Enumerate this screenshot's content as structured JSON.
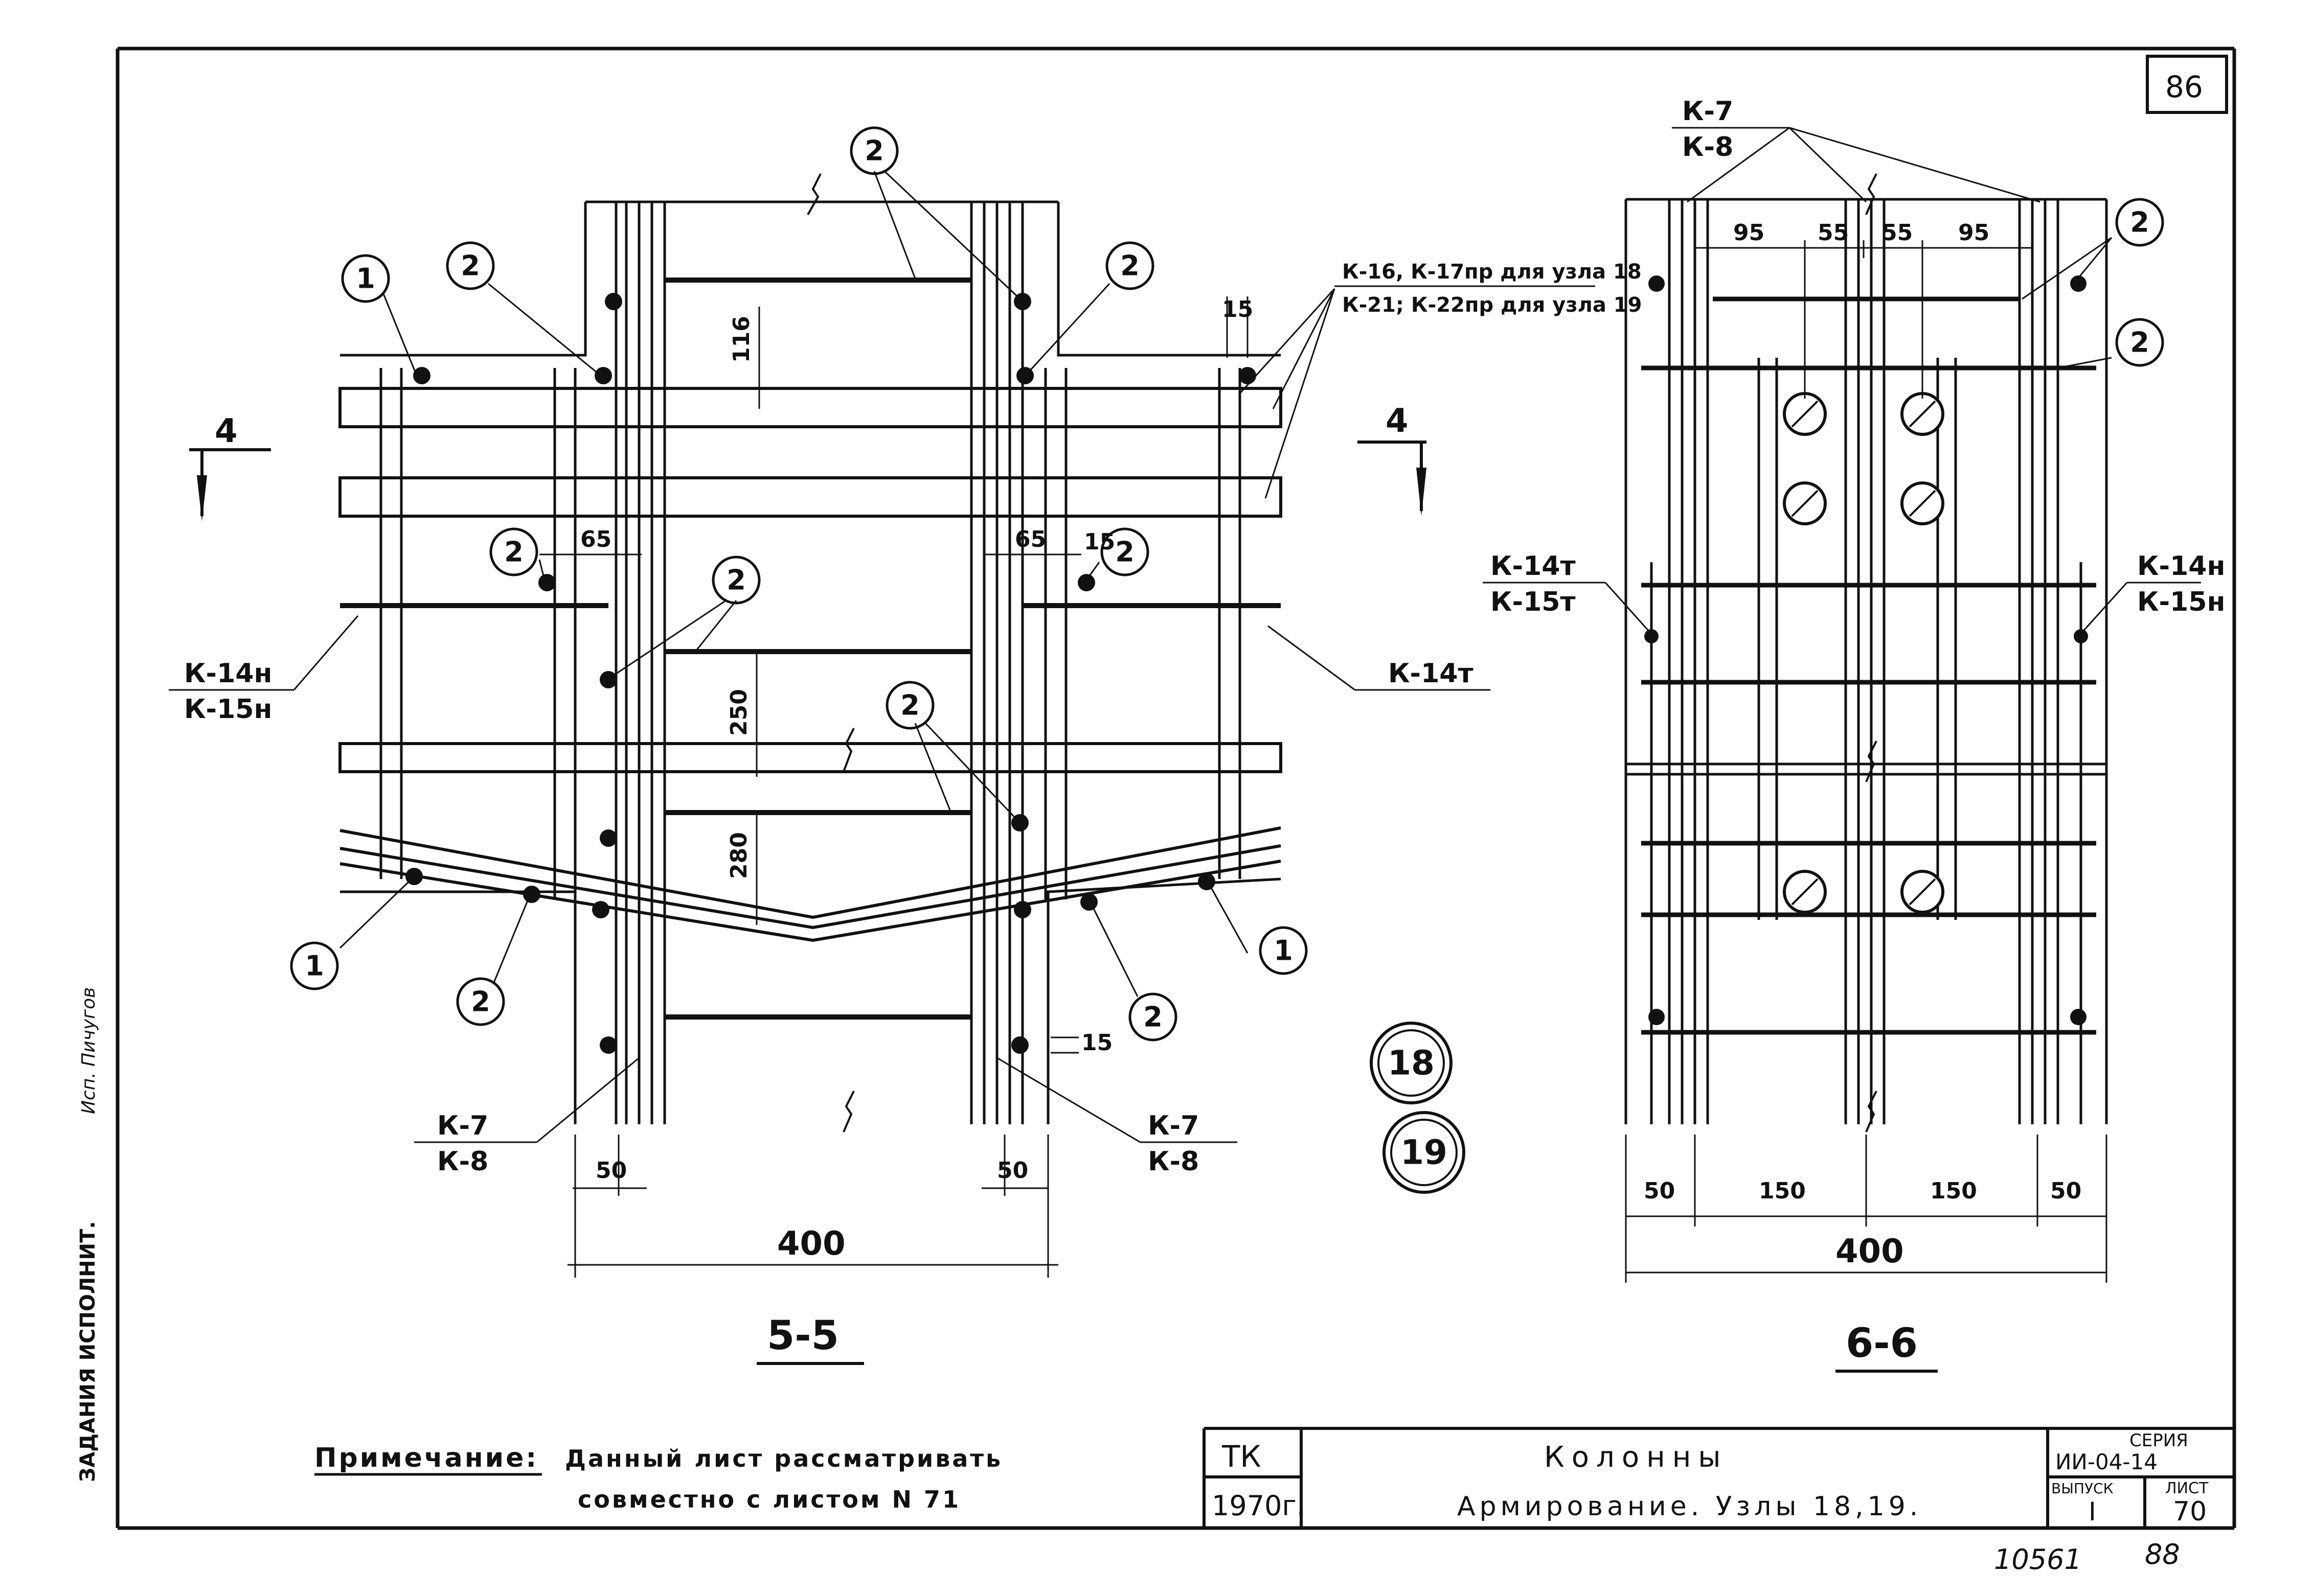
{
  "sheet": {
    "number_corner": "86",
    "side_stamp": "ЗАДАНИЯ ИСПОЛНИТ.",
    "signature": "Исп. Пичугов"
  },
  "section_5": {
    "title": "5-5",
    "cut_label": "4",
    "dims": {
      "d116": "116",
      "d250": "250",
      "d280": "280",
      "d65a": "65",
      "d65b": "65",
      "d15a": "15",
      "d15b": "15",
      "d15c": "15",
      "d50a": "50",
      "d50b": "50",
      "d400": "400"
    },
    "frames": {
      "k16": "К-16, К-17пр для узла 18",
      "k21": "К-21; К-22пр для узла 19",
      "k14n_top": "К-14н",
      "k15n_bottom": "К-15н",
      "k14t": "К-14т",
      "k7_left_top": "К-7",
      "k8_left_bottom": "К-8",
      "k7_right_top": "К-7",
      "k8_right_bottom": "К-8"
    },
    "markers": [
      "1",
      "2",
      "2",
      "2",
      "2",
      "2",
      "2",
      "2",
      "1",
      "2",
      "1",
      "2"
    ]
  },
  "section_6": {
    "title": "6-6",
    "cut_label": "4",
    "dims": {
      "d95a": "95",
      "d55a": "55",
      "d55b": "55",
      "d95b": "95",
      "d50a": "50",
      "d150a": "150",
      "d150b": "150",
      "d50b": "50",
      "d400": "400"
    },
    "frames": {
      "k7_top": "К-7",
      "k8_bottom": "К-8",
      "k14t_top": "К-14т",
      "k15t_bottom": "К-15т",
      "k14n_top": "К-14н",
      "k15n_bottom": "К-15н"
    },
    "markers": [
      "2",
      "2"
    ]
  },
  "node_circles": [
    "18",
    "19"
  ],
  "note": {
    "label": "Примечание:",
    "line1": "Данный лист рассматривать",
    "line2": "совместно с листом N 71"
  },
  "title_block": {
    "org": "ТК",
    "year": "1970г.",
    "title": "Колонны",
    "subtitle": "Армирование. Узлы 18,19.",
    "series_label": "СЕРИЯ",
    "series": "ИИ-04-14",
    "issue_label": "ВЫПУСК",
    "issue": "I",
    "sheet_label": "ЛИСТ",
    "sheet": "70"
  },
  "footer": {
    "archive_number": "10561",
    "page": "88"
  }
}
